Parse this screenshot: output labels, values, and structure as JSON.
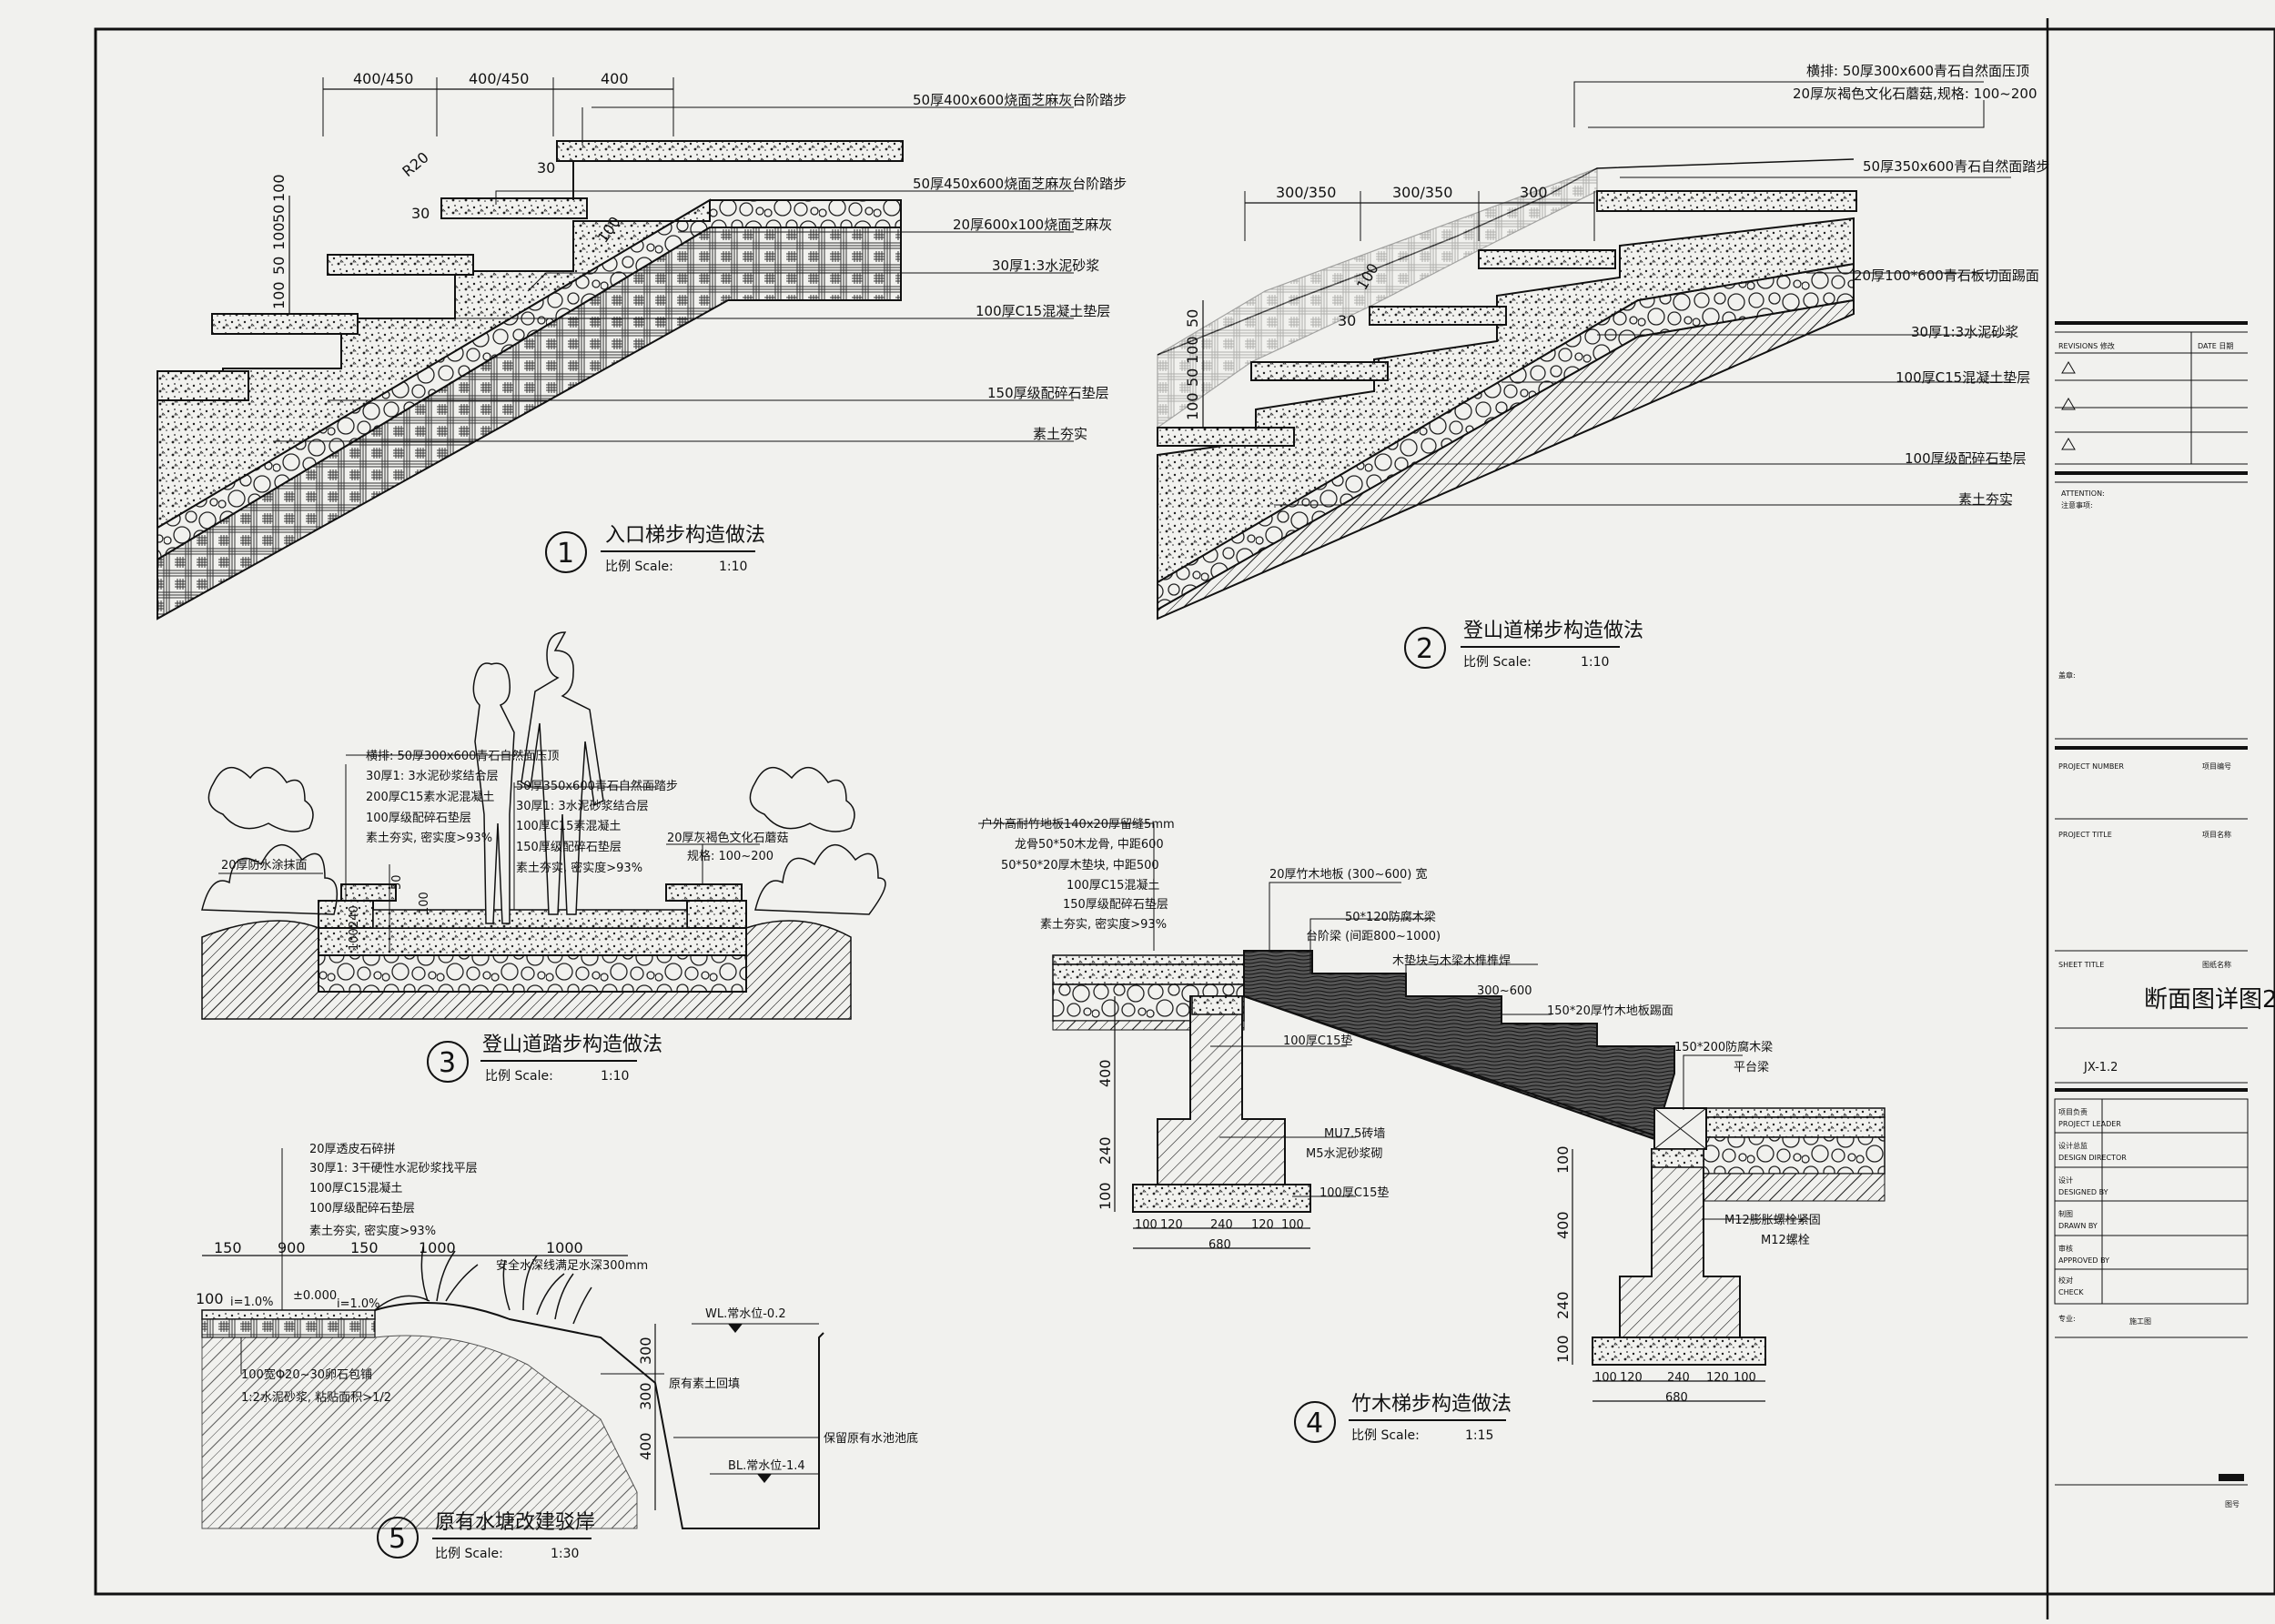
{
  "titleblock": {
    "revisions": "REVISIONS 修改",
    "date": "DATE 日期",
    "attention": "ATTENTION:",
    "attention_cn": "注意事项:",
    "seal": "盖章:",
    "project_number_label": "PROJECT NUMBER",
    "project_number_cn": "项目编号",
    "project_title_label": "PROJECT TITLE",
    "project_title_cn": "项目名称",
    "sheet_title_label": "SHEET TITLE",
    "sheet_title_cn": "图纸名称",
    "sheet_title": "断面图详图2",
    "sheet_code": "JX-1.2",
    "rows": [
      {
        "cn": "项目负责",
        "en": "PROJECT LEADER"
      },
      {
        "cn": "设计总监",
        "en": "DESIGN DIRECTOR"
      },
      {
        "cn": "设计",
        "en": "DESIGNED BY"
      },
      {
        "cn": "制图",
        "en": "DRAWN BY"
      },
      {
        "cn": "审核",
        "en": "APPROVED BY"
      },
      {
        "cn": "校对",
        "en": "CHECK"
      }
    ],
    "stage_label": "专业:",
    "stage_value": "施工图",
    "footer": "图号"
  },
  "d1": {
    "num": "1",
    "title": "入口梯步构造做法",
    "scale_label": "比例 Scale:",
    "scale": "1:10",
    "dims_top": [
      "400/450",
      "400/450",
      "400"
    ],
    "dims_left": [
      "100",
      "50",
      "100",
      "50",
      "100"
    ],
    "r_label": "R20",
    "n30a": "30",
    "n30b": "30",
    "n100": "100",
    "labels": [
      "50厚400x600烧面芝麻灰台阶踏步",
      "50厚450x600烧面芝麻灰台阶踏步",
      "20厚600x100烧面芝麻灰",
      "30厚1:3水泥砂浆",
      "100厚C15混凝土垫层",
      "150厚级配碎石垫层",
      "素土夯实"
    ]
  },
  "d2": {
    "num": "2",
    "title": "登山道梯步构造做法",
    "scale_label": "比例 Scale:",
    "scale": "1:10",
    "dims_top": [
      "300/350",
      "300/350",
      "300"
    ],
    "dims_left": [
      "50",
      "100",
      "50",
      "100"
    ],
    "n30": "30",
    "n100": "100",
    "top_labels": [
      "横排: 50厚300x600青石自然面压顶",
      "20厚灰褐色文化石蘑菇,规格: 100~200"
    ],
    "labels": [
      "50厚350x600青石自然面踏步",
      "20厚100*600青石板切面踢面",
      "30厚1:3水泥砂浆",
      "100厚C15混凝土垫层",
      "100厚级配碎石垫层",
      "素土夯实"
    ]
  },
  "d3": {
    "num": "3",
    "title": "登山道踏步构造做法",
    "scale_label": "比例 Scale:",
    "scale": "1:10",
    "labels_a": [
      "横排: 50厚300x600青石自然面压顶",
      "30厚1: 3水泥砂浆结合层",
      "200厚C15素水泥混凝土",
      "100厚级配碎石垫层",
      "素土夯实, 密实度>93%"
    ],
    "labels_b": [
      "50厚350x600青石自然面踏步",
      "30厚1: 3水泥砂浆结合层",
      "100厚C15素混凝土",
      "150厚级配碎石垫层",
      "素土夯实, 密实度>93%"
    ],
    "label_c": [
      "20厚灰褐色文化石蘑菇",
      "规格: 100~200"
    ],
    "label_d": "20厚防水涂抹面",
    "dims": [
      "50",
      "100",
      "100",
      "240"
    ]
  },
  "d4": {
    "num": "4",
    "title": "竹木梯步构造做法",
    "scale_label": "比例 Scale:",
    "scale": "1:15",
    "labels_left": [
      "户外高耐竹地板140x20厚留缝5mm",
      "龙骨50*50木龙骨, 中距600",
      "50*50*20厚木垫块, 中距500",
      "100厚C15混凝土",
      "150厚级配碎石垫层",
      "素土夯实, 密实度>93%"
    ],
    "lbl_board": "20厚竹木地板 (300~600) 宽",
    "lbl_beam": "50*120防腐木梁",
    "lbl_beam2": "台阶梁 (间距800~1000)",
    "lbl_block": "木垫块与木梁木榫榫焊",
    "lbl_300": "300~600",
    "lbl_150": "150*20厚竹木地板踢面",
    "lbl_c15": "100厚C15垫",
    "lbl_mu": "MU7.5砖墙",
    "lbl_m5": "M5水泥砂浆砌",
    "lbl_c15b": "100厚C15垫",
    "lbl_plat": "150*200防腐木梁",
    "lbl_plat2": "平台梁",
    "lbl_m12": "M12膨胀螺栓紧固",
    "lbl_m12b": "M12螺栓",
    "dims_v": [
      "400",
      "240",
      "100"
    ],
    "dims_v2": [
      "100",
      "400",
      "240",
      "100"
    ],
    "dims_h": [
      "100",
      "120",
      "240",
      "120",
      "100"
    ],
    "dim_total": "680"
  },
  "d5": {
    "num": "5",
    "title": "原有水塘改建驳岸",
    "scale_label": "比例 Scale:",
    "scale": "1:30",
    "labels": [
      "20厚透皮石碎拼",
      "30厚1: 3干硬性水泥砂浆找平层",
      "100厚C15混凝土",
      "100厚级配碎石垫层",
      "素土夯实, 密实度>93%"
    ],
    "dims_h": [
      "150",
      "900",
      "150",
      "1000",
      "1000"
    ],
    "level": "±0.000",
    "slope1": "i=1.0%",
    "slope2": "i=1.0%",
    "n100": "100",
    "note_top": "安全水深线满足水深300mm",
    "wl": "WL.常水位-0.2",
    "bl": "BL.常水位-1.4",
    "existing": "原有素土回填",
    "keep": "保留原有水池池底",
    "bottom1": "100宽Φ20~30卵石包铺",
    "bottom2": "1:2水泥砂浆, 粘贴面积>1/2",
    "dims_v": [
      "300",
      "300",
      "400"
    ]
  }
}
